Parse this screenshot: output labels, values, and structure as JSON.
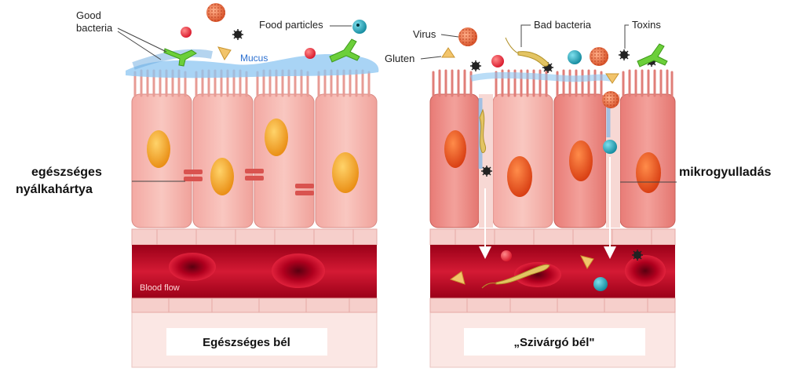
{
  "labels": {
    "good_bacteria": [
      "Good",
      "bacteria"
    ],
    "food_particles": "Food particles",
    "mucus": "Mucus",
    "virus": "Virus",
    "gluten": "Gluten",
    "bad_bacteria": "Bad bacteria",
    "toxins": "Toxins",
    "healthy_mucosa": [
      "egészséges",
      "nyálkahártya"
    ],
    "microinflammation": "mikrogyulladás",
    "blood_flow": "Blood flow"
  },
  "captions": {
    "healthy": "Egészséges bél",
    "leaky": "„Szivárgó bél\""
  },
  "colors": {
    "cell_fill": "#f6b7b0",
    "cell_inflamed": "#ee8a84",
    "nucleus": "#f4a51c",
    "nucleus_inflamed": "#ef5a1c",
    "vessel": "#c8102e",
    "rbc": "#a3001a",
    "mucus": "#6fb6ee",
    "good_bacteria": "#6ccf3a",
    "food_particle": "#22a3b8",
    "virus": "#e8623a",
    "toxin": "#222222",
    "gluten": "#f2c46b"
  }
}
